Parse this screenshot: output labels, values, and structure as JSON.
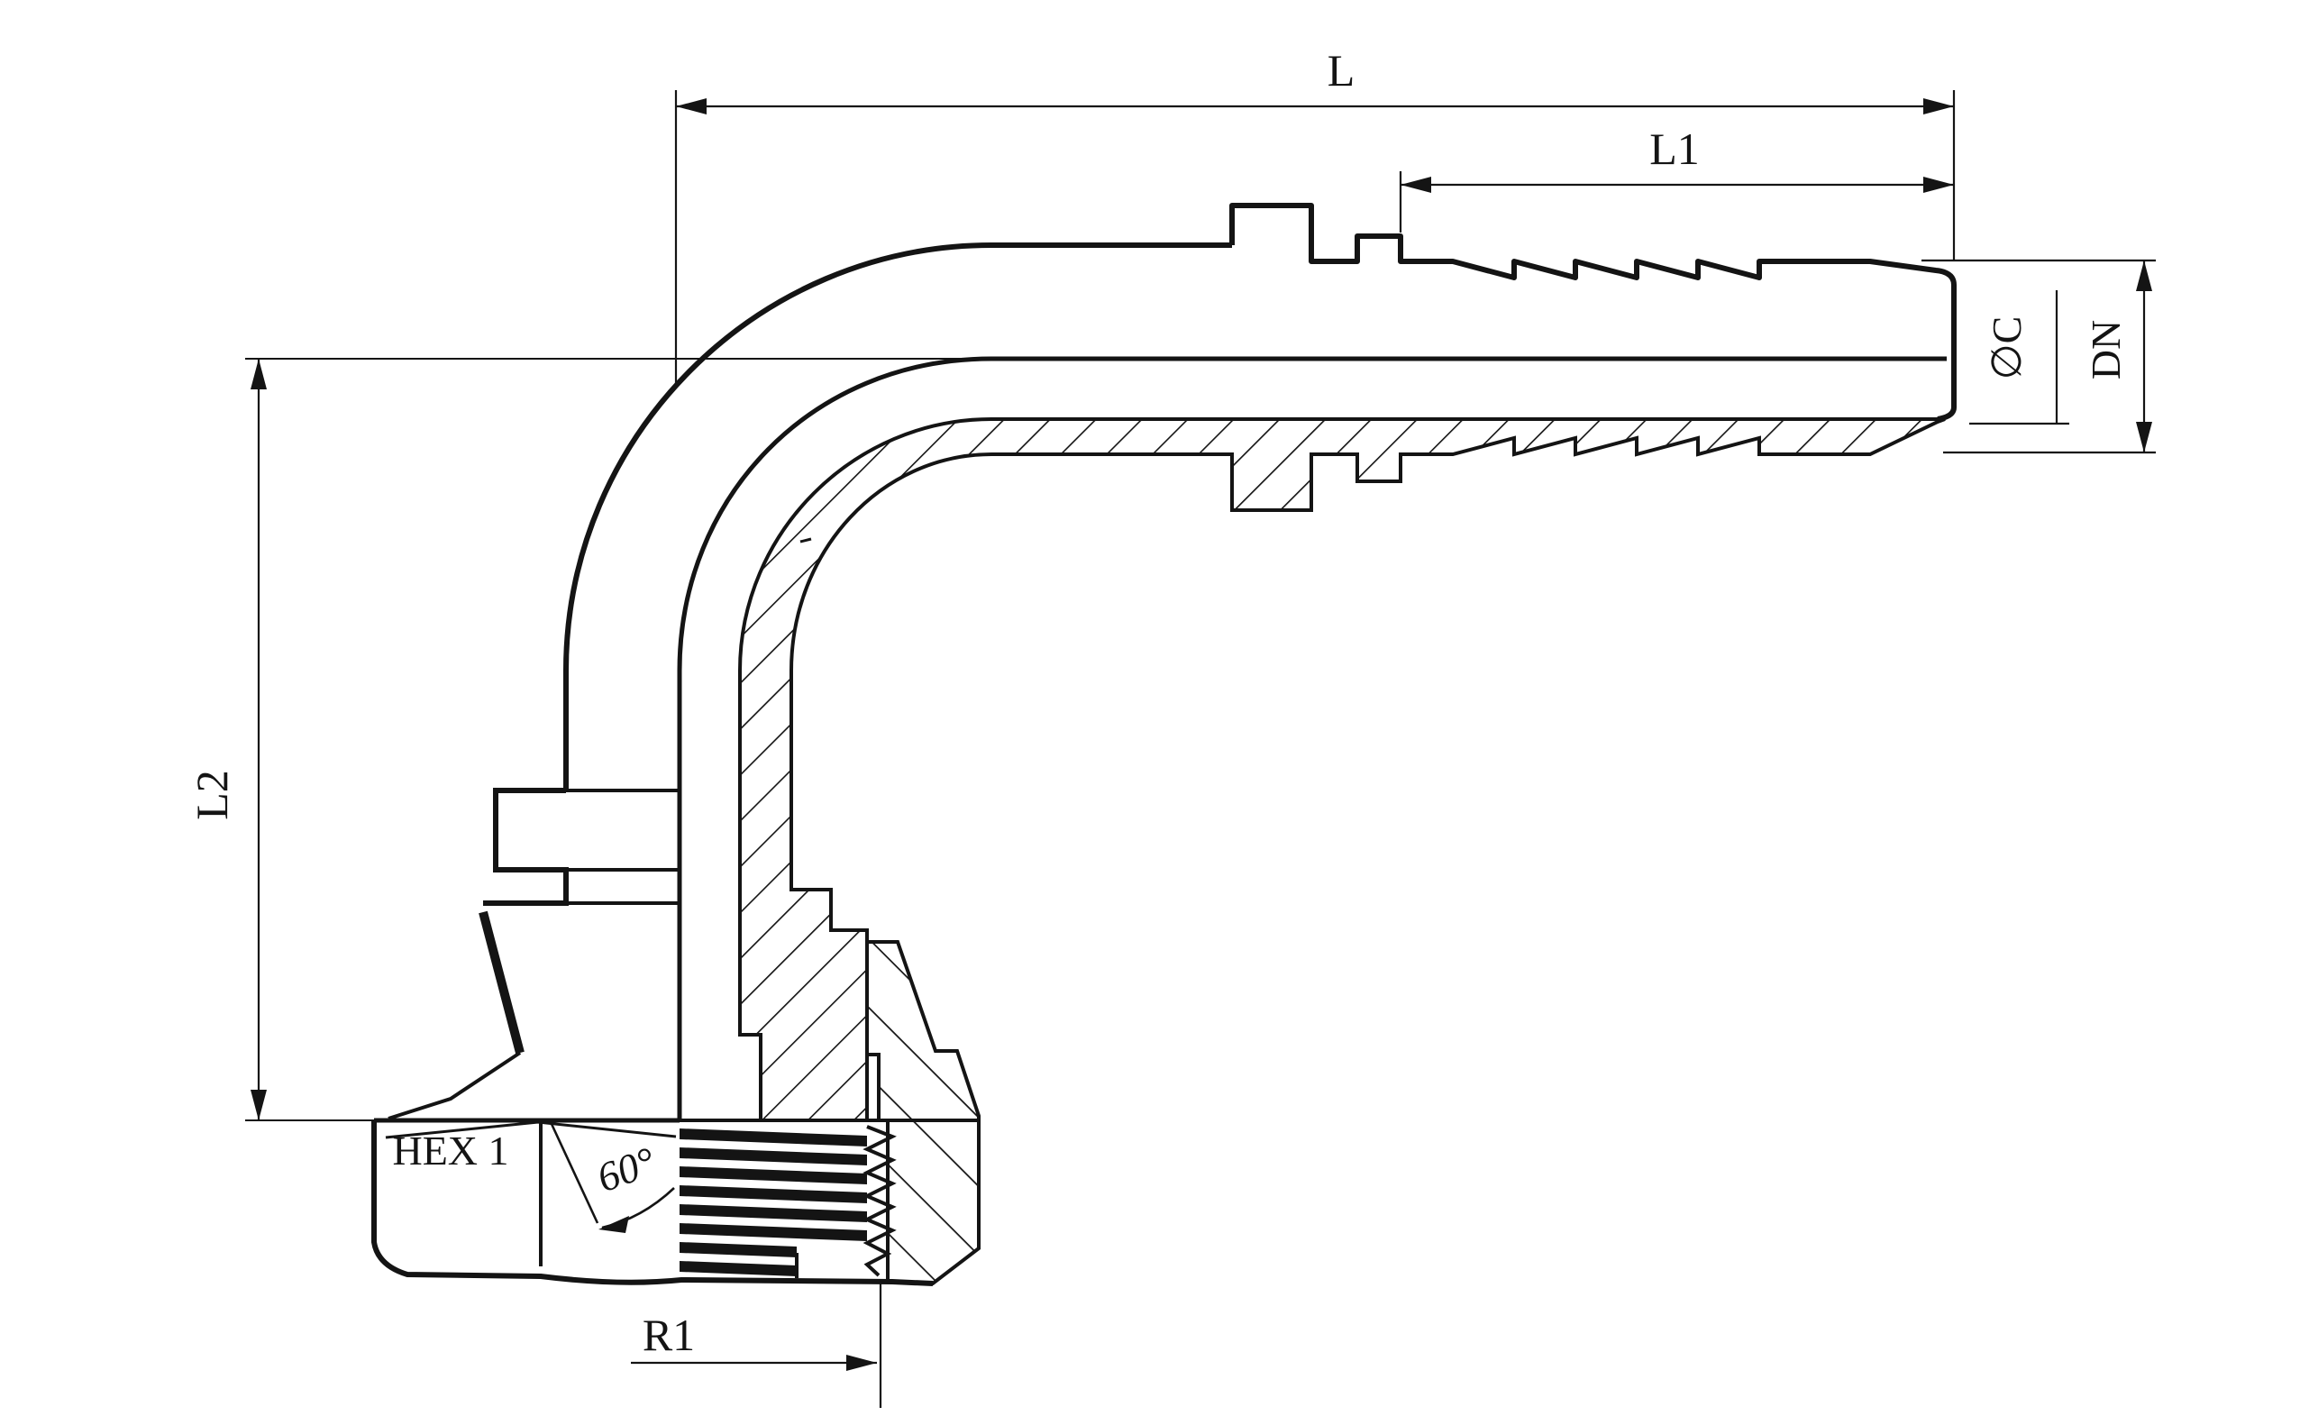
{
  "drawing": {
    "title": "90 degree elbow hose fitting section drawing",
    "labels": {
      "overall_length": "L",
      "tail_length": "L1",
      "drop_height": "L2",
      "nominal_diameter": "DN",
      "bore_diameter": "∅C",
      "hex": "HEX 1",
      "seat_angle": "60°",
      "thread_radius": "R1"
    },
    "colors": {
      "line": "#141414",
      "background": "#ffffff"
    }
  }
}
